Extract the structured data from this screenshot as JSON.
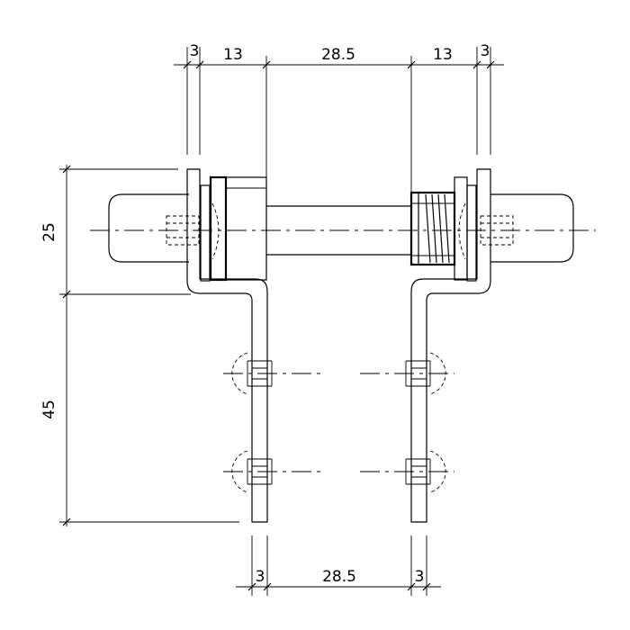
{
  "dimensions": {
    "top": {
      "left_plate": "3",
      "left_bracket": "13",
      "center": "28.5",
      "right_bracket": "13",
      "right_plate": "3"
    },
    "side": {
      "upper": "25",
      "lower": "45"
    },
    "bottom": {
      "left_plate": "3",
      "center": "28.5",
      "right_plate": "3"
    }
  }
}
